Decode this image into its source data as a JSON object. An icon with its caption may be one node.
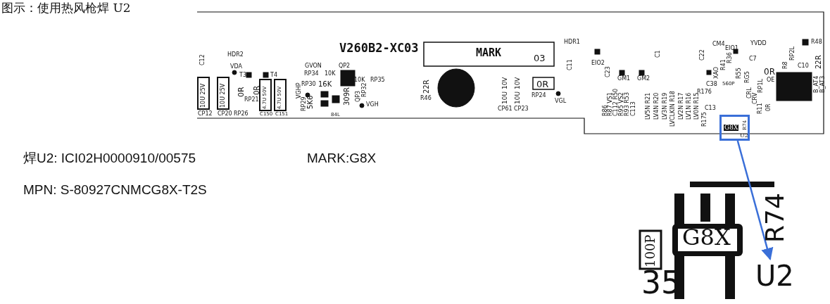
{
  "diagram": {
    "title": "图示：使用热风枪焊 U2",
    "nodes": [
      {
        "text": [
          "G8X",
          "R74",
          "U2"
        ]
      },
      {
        "text": [
          "100P",
          "G8X",
          "R74",
          "U2",
          "35"
        ]
      }
    ],
    "edges": [
      {
        "from": 0,
        "to": 1,
        "arrow": "to",
        "color": "#3a6fd8"
      }
    ],
    "labels": [
      "HDR2",
      "C12",
      "VDA",
      "T3",
      "T4",
      "10U 25V",
      "10U 25V",
      "0R",
      "0R",
      "RP21",
      "4.7U 50V",
      "4.7U 50V",
      "CP12",
      "CP20",
      "RP26",
      "C150",
      "C151",
      "GVON",
      "RP34",
      "10K",
      "QP2",
      "10K",
      "RP35",
      "RP30",
      "16K",
      "VGHP",
      "RP29",
      "5K6",
      "84L",
      "309R",
      "QP3",
      "RP32",
      "VGH",
      "V260B2-XC03",
      "MARK",
      "03",
      "22R",
      "R46",
      "10U 10V",
      "10U 10V",
      "0R",
      "RP24",
      "VGL",
      "CP61",
      "CP23",
      "HDR1",
      "C11",
      "EIO2",
      "C23",
      "GM1",
      "GM2",
      "C1",
      "R86",
      "R87 VS1",
      "C112 R50",
      "R95 VS2",
      "R93 R53",
      "C113",
      "LV5N R21",
      "LV4N R20",
      "LV3N R19",
      "LVCLKIN R18",
      "LV2N R17",
      "LV1N R16",
      "LV0N R15",
      "R175",
      "C13",
      "R176",
      "C38",
      "560P",
      "C22",
      "CM4",
      "EIO1",
      "XAO",
      "R41",
      "R36",
      "C7",
      "YVDD",
      "R55",
      "RG5",
      "0R",
      "CRL",
      "CRV",
      "RP1L",
      "OE",
      "R11",
      "0R",
      "R8",
      "RP2L",
      "R48",
      "22R",
      "C10",
      "B_AT4",
      "B_AT3",
      "焊U2: ICI02H0000910/00575",
      "MARK:G8X",
      "MPN: S-80927CNMCG8X-T2S"
    ]
  }
}
